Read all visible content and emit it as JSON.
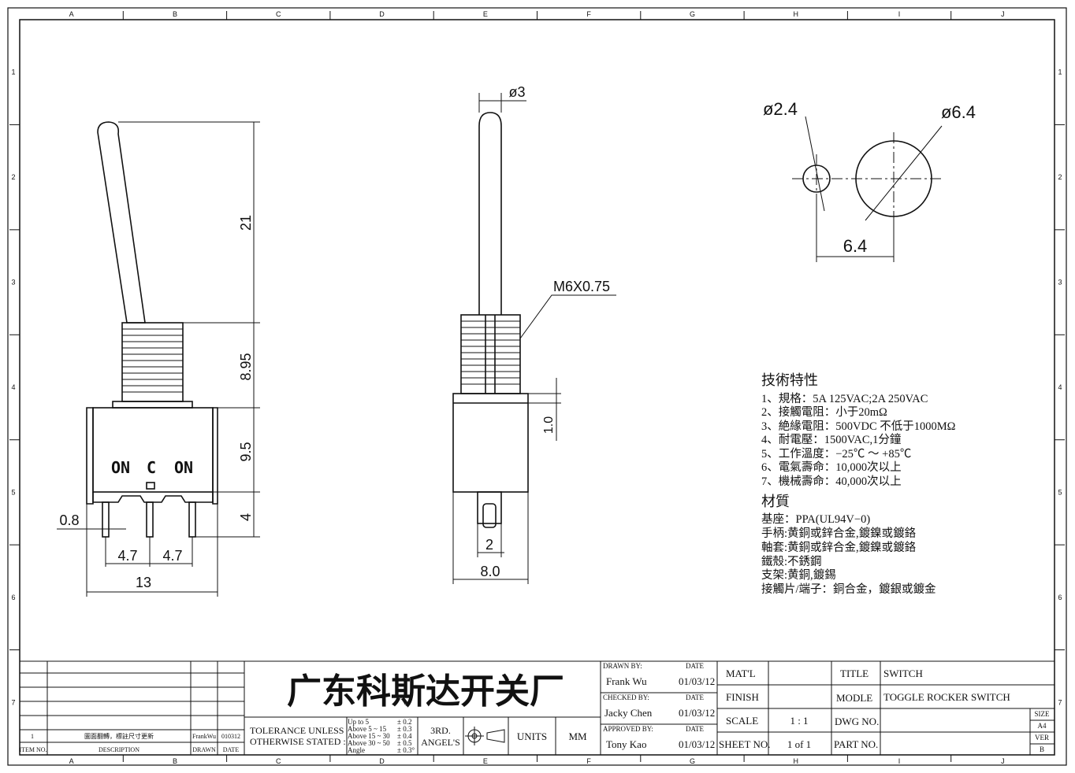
{
  "border": {
    "columns": [
      "A",
      "B",
      "C",
      "D",
      "E",
      "F",
      "G",
      "H",
      "I",
      "J"
    ],
    "rows": [
      "1",
      "2",
      "3",
      "4",
      "5",
      "6",
      "7"
    ]
  },
  "views": {
    "front": {
      "dim_height_toggle": "21",
      "dim_height_bushing": "8.95",
      "dim_height_body": "9.5",
      "dim_height_terminal": "4",
      "dim_terminal_width": "0.8",
      "dim_pitch_left": "4.7",
      "dim_pitch_right": "4.7",
      "dim_overall_width": "13",
      "label_on_left": "ON",
      "label_center": "C",
      "label_on_right": "ON"
    },
    "side": {
      "dim_lever_dia": "ø3",
      "thread_label": "M6X0.75",
      "dim_offset": "1.0",
      "dim_terminal": "2",
      "dim_body_width": "8.0"
    },
    "panel_cutout": {
      "dim_small_hole": "ø2.4",
      "dim_large_hole": "ø6.4",
      "dim_spacing": "6.4"
    }
  },
  "specs": {
    "title": "技術特性",
    "lines": [
      "1、規格：5A 125VAC;2A 250VAC",
      "2、接觸電阻：小于20mΩ",
      "3、絶緣電阻：500VDC 不低于1000MΩ",
      "4、耐電壓：1500VAC,1分鐘",
      "5、工作溫度：−25℃ ～ +85℃",
      "6、電氣壽命：10,000次以上",
      "7、機械壽命：40,000次以上"
    ],
    "material_title": "材質",
    "material_lines": [
      "基座：PPA(UL94V−0)",
      "手柄:黄銅或鋅合金,鍍鎳或鍍鉻",
      "軸套:黄銅或鋅合金,鍍鎳或鍍鉻",
      "鐵殼:不銹鋼",
      "支架:黄銅,鍍錫",
      "接觸片/端子：銅合金，鍍銀或鍍金"
    ]
  },
  "title_block": {
    "company": "广东科斯达开关厂",
    "revision_row": {
      "item": "1",
      "description": "圖面翻轉，標註尺寸更新",
      "drawn": "FrankWu",
      "date": "010312"
    },
    "revision_headers": {
      "item": "ITEM NO.",
      "description": "DESCRIPTION",
      "drawn": "DRAWN",
      "date": "DATE"
    },
    "tolerance_label_1": "TOLERANCE UNLESS",
    "tolerance_label_2": "OTHERWISE STATED :",
    "tolerance_ranges": [
      "Up  to  5",
      "Above 5  ~ 15",
      "Above 15 ~ 30",
      "Above 30 ~ 50",
      "Angle"
    ],
    "tolerance_values": [
      "± 0.2",
      "± 0.3",
      "± 0.4",
      "± 0.5",
      "± 0.3°"
    ],
    "projection_1": "3RD.",
    "projection_2": "ANGEL'S",
    "units_label": "UNITS",
    "units_value": "MM",
    "drawn_by_label": "DRAWN BY:",
    "drawn_by": "Frank Wu",
    "checked_by_label": "CHECKED BY:",
    "checked_by": "Jacky Chen",
    "approved_by_label": "APPROVED BY:",
    "approved_by": "Tony Kao",
    "date_label": "DATE",
    "date_drawn": "01/03/12",
    "date_checked": "01/03/12",
    "date_approved": "01/03/12",
    "matl_label": "MAT'L",
    "finish_label": "FINISH",
    "scale_label": "SCALE",
    "scale_value": "1 : 1",
    "sheet_label": "SHEET NO.",
    "sheet_value": "1 of 1",
    "title_label": "TITLE",
    "title_value": "SWITCH",
    "model_label": "MODLE",
    "model_value": "TOGGLE ROCKER SWITCH",
    "dwg_label": "DWG NO.",
    "part_label": "PART NO.",
    "size_label": "SIZE",
    "size_value": "A4",
    "ver_label": "VER",
    "ver_value": "B"
  }
}
